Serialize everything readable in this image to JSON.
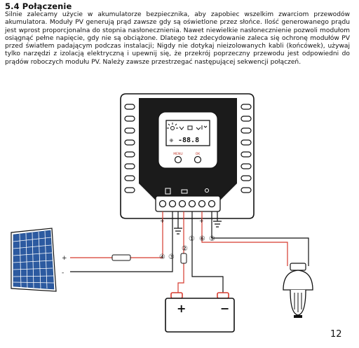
{
  "section": {
    "heading": "5.4 Połączenie",
    "paragraph": "Silnie zalecamy użycie w akumulatorze bezpiecznika, aby zapobiec wszelkim zwarciom przewodów akumulatora. Moduły PV generują prąd zawsze gdy są oświetlone przez słońce. Ilość generowanego prądu jest wprost proporcjonalna do stopnia nasłonecznienia. Nawet niewielkie nasłonecznienie pozwoli modułom osiągnąć pełne napięcie, gdy nie są obciążone. Dlatego też zdecydowanie zaleca się ochronę modułów PV przed światłem padającym podczas instalacji; Nigdy nie dotykaj nieizolowanych kabli (końcówek), używaj tylko narzędzi z izolacją elektryczną i upewnij się, że przekrój poprzeczny przewodu jest odpowiedni do prądów roboczych modułu PV. Należy zawsze przestrzegać następującej sekwencji połączeń."
  },
  "controller": {
    "lcd_readout": "-88.8",
    "button_left_label": "MENU",
    "button_right_label": "OK"
  },
  "wiring": {
    "steps": [
      "①",
      "②",
      "③",
      "④",
      "⑤",
      "⑥"
    ],
    "pv_plus": "+",
    "pv_minus": "-",
    "battery_plus": "+",
    "battery_minus": "−"
  },
  "page_number": "12"
}
